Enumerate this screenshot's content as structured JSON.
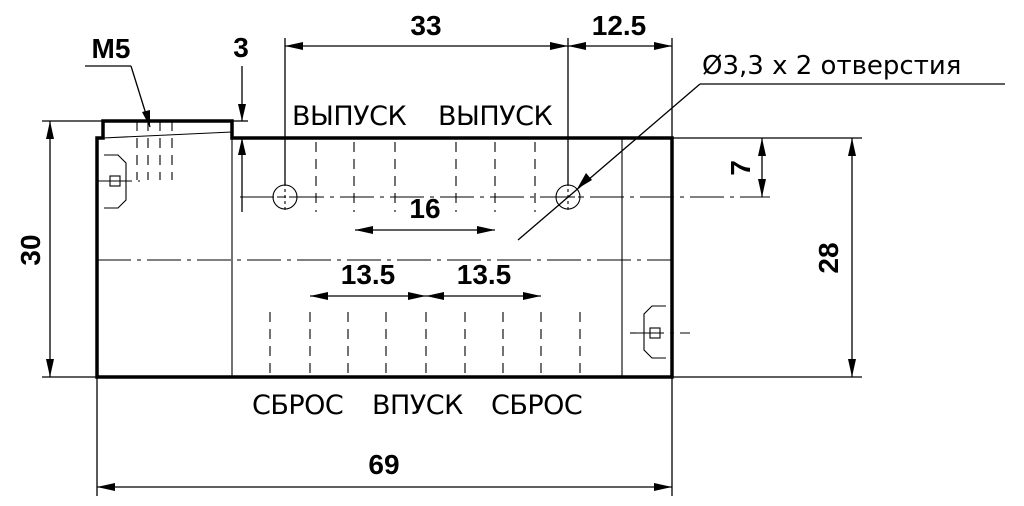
{
  "dimensions": {
    "m5": "M5",
    "d3": "3",
    "d33": "33",
    "d12_5": "12.5",
    "hole_note": "Ø3,3 x 2 отверстия",
    "d7": "7",
    "d16": "16",
    "d30": "30",
    "d28": "28",
    "d13_5_left": "13.5",
    "d13_5_right": "13.5",
    "d69": "69"
  },
  "ports": {
    "top_left": "ВЫПУСК",
    "top_right": "ВЫПУСК",
    "bottom_left": "СБРОС",
    "bottom_center": "ВПУСК",
    "bottom_right": "СБРОС"
  }
}
